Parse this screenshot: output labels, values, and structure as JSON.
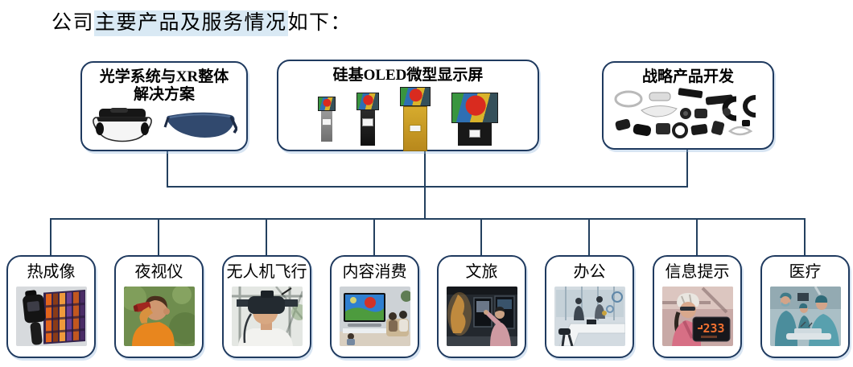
{
  "title": {
    "prefix": "公司",
    "highlight": "主要产品及服务情况",
    "suffix": "如下："
  },
  "colors": {
    "box_border_navy": "#1f3a5f",
    "connector_navy": "#23405f",
    "title_highlight_blue": "#d9e9f4",
    "oled_screen_red": "#d92b1f",
    "oled_flex_yellow": "#c99b24",
    "thermal_orange": "#e2641c",
    "thermal_purple": "#6b3f93",
    "hud_display_orange": "#f07030"
  },
  "top_boxes": [
    {
      "id": "optics-xr-solution",
      "label_lines": [
        "光学系统与XR整体",
        "解决方案"
      ],
      "images": [
        "vr-headset",
        "ar-glasses"
      ]
    },
    {
      "id": "oled-microdisplay",
      "label_lines": [
        "硅基OLED微型显示屏"
      ],
      "images": [
        "oled-module-small",
        "oled-module-medium",
        "oled-module-large-yellow",
        "oled-module-wide"
      ]
    },
    {
      "id": "strategic-product-dev",
      "label_lines": [
        "战略产品开发"
      ],
      "images": [
        "exploded-parts"
      ]
    }
  ],
  "bottom_boxes": [
    {
      "label": "热成像",
      "image": "thermal-camera-photo"
    },
    {
      "label": "夜视仪",
      "image": "night-vision-photo"
    },
    {
      "label": "无人机飞行",
      "image": "fpv-goggles-photo"
    },
    {
      "label": "内容消费",
      "image": "home-theater-photo"
    },
    {
      "label": "文旅",
      "image": "museum-exhibit-photo"
    },
    {
      "label": "办公",
      "image": "modern-office-photo"
    },
    {
      "label": "信息提示",
      "image": "cycling-hud-photo",
      "overlay_value": "233"
    },
    {
      "label": "医疗",
      "image": "surgery-room-photo"
    }
  ]
}
